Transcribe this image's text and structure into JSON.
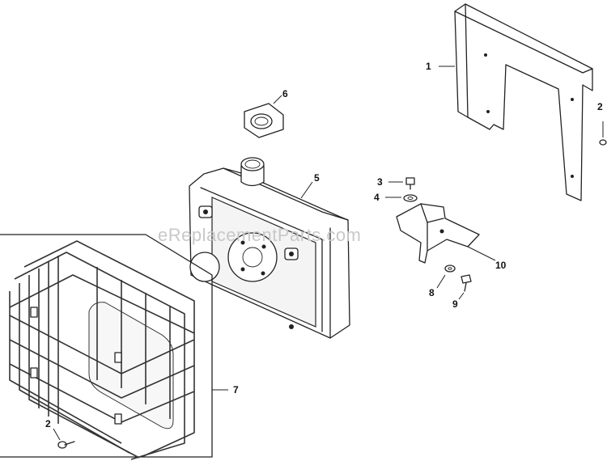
{
  "watermark": "eReplacementParts.com",
  "callouts": [
    {
      "id": "c1",
      "label": "1"
    },
    {
      "id": "c2a",
      "label": "2"
    },
    {
      "id": "c2b",
      "label": "2"
    },
    {
      "id": "c3",
      "label": "3"
    },
    {
      "id": "c4",
      "label": "4"
    },
    {
      "id": "c5",
      "label": "5"
    },
    {
      "id": "c6",
      "label": "6"
    },
    {
      "id": "c7",
      "label": "7"
    },
    {
      "id": "c8",
      "label": "8"
    },
    {
      "id": "c9",
      "label": "9"
    },
    {
      "id": "c10",
      "label": "10"
    }
  ]
}
